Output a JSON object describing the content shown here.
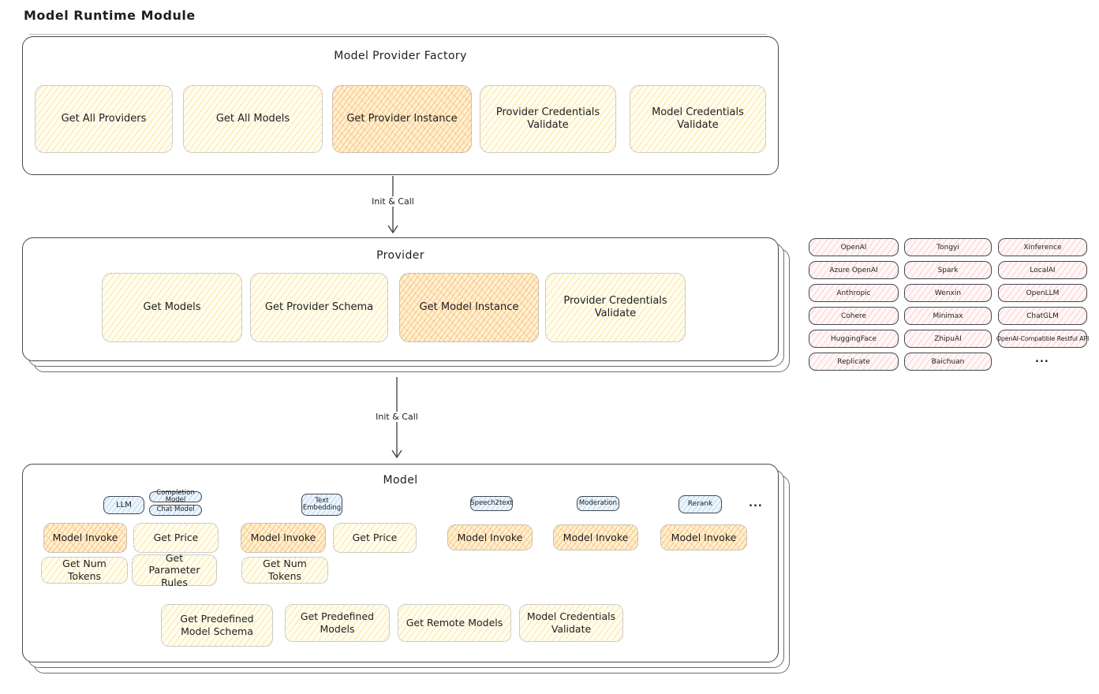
{
  "page_title": "Model Runtime Module",
  "factory": {
    "title": "Model Provider Factory",
    "buttons": [
      {
        "label": "Get All Providers",
        "highlighted": false
      },
      {
        "label": "Get All Models",
        "highlighted": false
      },
      {
        "label": "Get Provider Instance",
        "highlighted": true
      },
      {
        "label": "Provider Credentials Validate",
        "highlighted": false
      },
      {
        "label": "Model Credentials Validate",
        "highlighted": false
      }
    ]
  },
  "arrow1": {
    "label": "Init & Call"
  },
  "arrow2": {
    "label": "Init & Call"
  },
  "provider": {
    "title": "Provider",
    "buttons": [
      {
        "label": "Get Models",
        "highlighted": false
      },
      {
        "label": "Get Provider Schema",
        "highlighted": false
      },
      {
        "label": "Get Model Instance",
        "highlighted": true
      },
      {
        "label": "Provider Credentials Validate",
        "highlighted": false
      }
    ]
  },
  "providers_list": {
    "columns": [
      [
        "OpenAI",
        "Azure OpenAI",
        "Anthropic",
        "Cohere",
        "HuggingFace",
        "Replicate"
      ],
      [
        "Tongyi",
        "Spark",
        "Wenxin",
        "Minimax",
        "ZhipuAI",
        "Baichuan"
      ],
      [
        "Xinference",
        "LocalAI",
        "OpenLLM",
        "ChatGLM",
        "OpenAI-Compatible Restful API"
      ]
    ],
    "ellipsis": "..."
  },
  "model": {
    "title": "Model",
    "tabs": [
      {
        "label": "LLM"
      },
      {
        "label": "Completion Model"
      },
      {
        "label": "Chat Model"
      },
      {
        "label": "Text Embedding"
      },
      {
        "label": "Speech2text"
      },
      {
        "label": "Moderation"
      },
      {
        "label": "Rerank"
      }
    ],
    "tabs_ellipsis": "...",
    "buttons": [
      {
        "label": "Model Invoke",
        "highlighted": true
      },
      {
        "label": "Get Price",
        "highlighted": false
      },
      {
        "label": "Model Invoke",
        "highlighted": true
      },
      {
        "label": "Get Price",
        "highlighted": false
      },
      {
        "label": "Model Invoke",
        "highlighted": true
      },
      {
        "label": "Model Invoke",
        "highlighted": true
      },
      {
        "label": "Model Invoke",
        "highlighted": true
      },
      {
        "label": "Get Num Tokens",
        "highlighted": false
      },
      {
        "label": "Get Parameter Rules",
        "highlighted": false
      },
      {
        "label": "Get Num Tokens",
        "highlighted": false
      },
      {
        "label": "Get Predefined Model Schema",
        "highlighted": false
      },
      {
        "label": "Get Predefined Models",
        "highlighted": false
      },
      {
        "label": "Get Remote Models",
        "highlighted": false
      },
      {
        "label": "Model Credentials Validate",
        "highlighted": false
      }
    ]
  },
  "colors": {
    "stroke": "#43484e",
    "yellow_fill": "#fff9db",
    "orange_highlight": "#ffd8a8",
    "blue_tab": "#d0ebff",
    "pink_provider": "#ffe3e3"
  }
}
